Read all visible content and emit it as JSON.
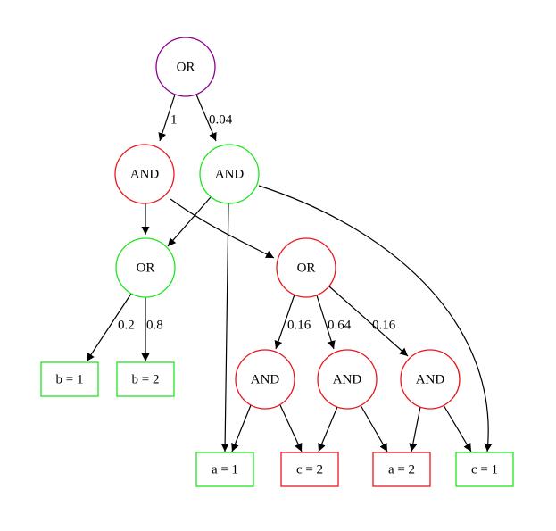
{
  "colors": {
    "purple": "#8b008b",
    "red": "#e8171c",
    "green": "#1ee61e",
    "edge": "#000000"
  },
  "nodes": [
    {
      "id": "or_root",
      "shape": "circle",
      "label": "OR",
      "color": "purple"
    },
    {
      "id": "and_left",
      "shape": "circle",
      "label": "AND",
      "color": "red"
    },
    {
      "id": "and_right",
      "shape": "circle",
      "label": "AND",
      "color": "green"
    },
    {
      "id": "or_mid_left",
      "shape": "circle",
      "label": "OR",
      "color": "green"
    },
    {
      "id": "or_mid_right",
      "shape": "circle",
      "label": "OR",
      "color": "red"
    },
    {
      "id": "b1",
      "shape": "box",
      "label": "b = 1",
      "color": "green"
    },
    {
      "id": "b2",
      "shape": "box",
      "label": "b = 2",
      "color": "green"
    },
    {
      "id": "and_c1",
      "shape": "circle",
      "label": "AND",
      "color": "red"
    },
    {
      "id": "and_c2",
      "shape": "circle",
      "label": "AND",
      "color": "red"
    },
    {
      "id": "and_c3",
      "shape": "circle",
      "label": "AND",
      "color": "red"
    },
    {
      "id": "a1",
      "shape": "box",
      "label": "a = 1",
      "color": "green"
    },
    {
      "id": "c2",
      "shape": "box",
      "label": "c = 2",
      "color": "red"
    },
    {
      "id": "a2",
      "shape": "box",
      "label": "a = 2",
      "color": "red"
    },
    {
      "id": "c1",
      "shape": "box",
      "label": "c = 1",
      "color": "green"
    }
  ],
  "edges": [
    {
      "from": "or_root",
      "to": "and_left",
      "label": "1"
    },
    {
      "from": "or_root",
      "to": "and_right",
      "label": "0.04"
    },
    {
      "from": "and_left",
      "to": "or_mid_left",
      "label": ""
    },
    {
      "from": "and_left",
      "to": "or_mid_right",
      "label": ""
    },
    {
      "from": "and_right",
      "to": "or_mid_left",
      "label": ""
    },
    {
      "from": "and_right",
      "to": "a1",
      "label": ""
    },
    {
      "from": "and_right",
      "to": "c1",
      "label": ""
    },
    {
      "from": "or_mid_left",
      "to": "b1",
      "label": "0.2"
    },
    {
      "from": "or_mid_left",
      "to": "b2",
      "label": "0.8"
    },
    {
      "from": "or_mid_right",
      "to": "and_c1",
      "label": "0.16"
    },
    {
      "from": "or_mid_right",
      "to": "and_c2",
      "label": "0.64"
    },
    {
      "from": "or_mid_right",
      "to": "and_c3",
      "label": "0.16"
    },
    {
      "from": "and_c1",
      "to": "a1",
      "label": ""
    },
    {
      "from": "and_c1",
      "to": "c2",
      "label": ""
    },
    {
      "from": "and_c2",
      "to": "c2",
      "label": ""
    },
    {
      "from": "and_c2",
      "to": "a2",
      "label": ""
    },
    {
      "from": "and_c3",
      "to": "a2",
      "label": ""
    },
    {
      "from": "and_c3",
      "to": "c1",
      "label": ""
    }
  ]
}
